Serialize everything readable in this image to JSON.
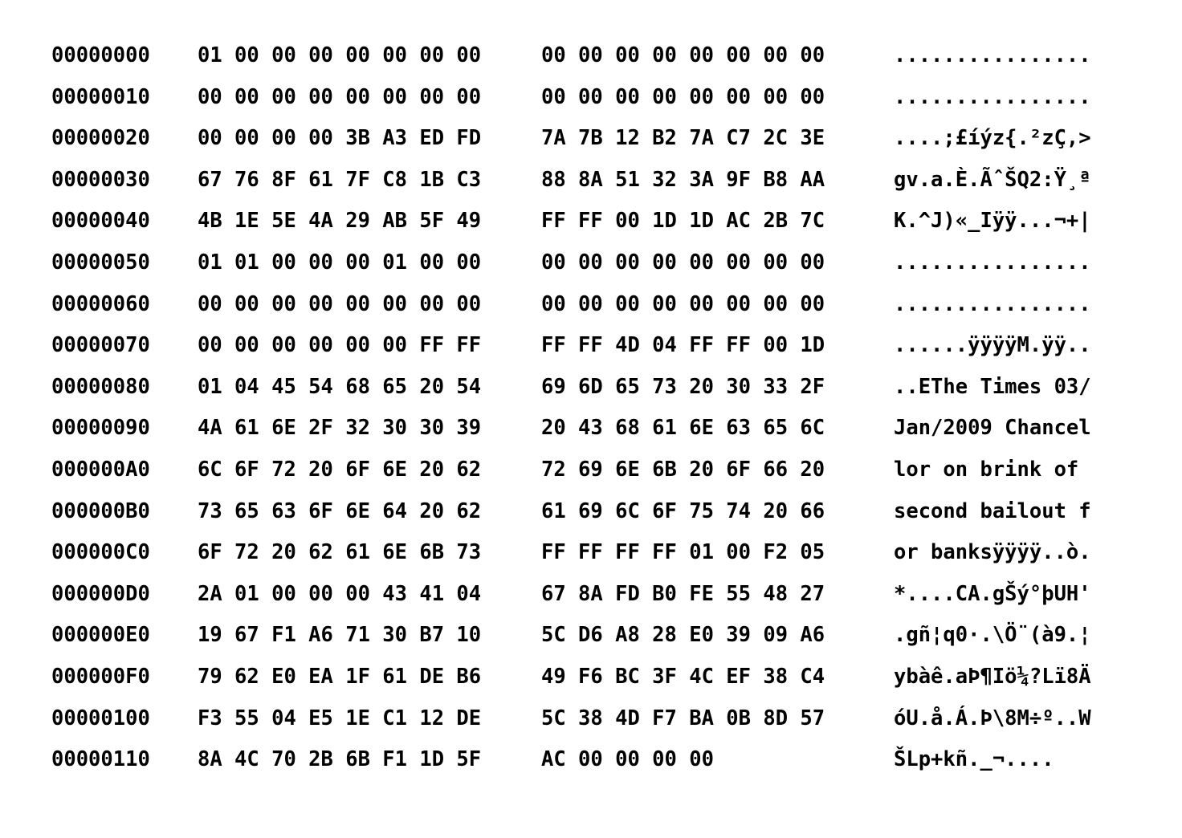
{
  "view": {
    "type": "hex-dump",
    "background_color": "#ffffff",
    "text_color": "#000000",
    "bytes_per_row": 16,
    "group_size": 8,
    "total_rows": 18
  },
  "rows": [
    {
      "offset": "00000000",
      "hex_a": "01 00 00 00 00 00 00 00",
      "hex_b": "00 00 00 00 00 00 00 00",
      "ascii": "................"
    },
    {
      "offset": "00000010",
      "hex_a": "00 00 00 00 00 00 00 00",
      "hex_b": "00 00 00 00 00 00 00 00",
      "ascii": "................"
    },
    {
      "offset": "00000020",
      "hex_a": "00 00 00 00 3B A3 ED FD",
      "hex_b": "7A 7B 12 B2 7A C7 2C 3E",
      "ascii": "....;£íýz{.²zÇ,>"
    },
    {
      "offset": "00000030",
      "hex_a": "67 76 8F 61 7F C8 1B C3",
      "hex_b": "88 8A 51 32 3A 9F B8 AA",
      "ascii": "gv.a.È.ÃˆŠQ2:Ÿ¸ª"
    },
    {
      "offset": "00000040",
      "hex_a": "4B 1E 5E 4A 29 AB 5F 49",
      "hex_b": "FF FF 00 1D 1D AC 2B 7C",
      "ascii": "K.^J)«_Iÿÿ...¬+|"
    },
    {
      "offset": "00000050",
      "hex_a": "01 01 00 00 00 01 00 00",
      "hex_b": "00 00 00 00 00 00 00 00",
      "ascii": "................"
    },
    {
      "offset": "00000060",
      "hex_a": "00 00 00 00 00 00 00 00",
      "hex_b": "00 00 00 00 00 00 00 00",
      "ascii": "................"
    },
    {
      "offset": "00000070",
      "hex_a": "00 00 00 00 00 00 FF FF",
      "hex_b": "FF FF 4D 04 FF FF 00 1D",
      "ascii": "......ÿÿÿÿM.ÿÿ.."
    },
    {
      "offset": "00000080",
      "hex_a": "01 04 45 54 68 65 20 54",
      "hex_b": "69 6D 65 73 20 30 33 2F",
      "ascii": "..EThe Times 03/"
    },
    {
      "offset": "00000090",
      "hex_a": "4A 61 6E 2F 32 30 30 39",
      "hex_b": "20 43 68 61 6E 63 65 6C",
      "ascii": "Jan/2009 Chancel"
    },
    {
      "offset": "000000A0",
      "hex_a": "6C 6F 72 20 6F 6E 20 62",
      "hex_b": "72 69 6E 6B 20 6F 66 20",
      "ascii": "lor on brink of "
    },
    {
      "offset": "000000B0",
      "hex_a": "73 65 63 6F 6E 64 20 62",
      "hex_b": "61 69 6C 6F 75 74 20 66",
      "ascii": "second bailout f"
    },
    {
      "offset": "000000C0",
      "hex_a": "6F 72 20 62 61 6E 6B 73",
      "hex_b": "FF FF FF FF 01 00 F2 05",
      "ascii": "or banksÿÿÿÿ..ò."
    },
    {
      "offset": "000000D0",
      "hex_a": "2A 01 00 00 00 43 41 04",
      "hex_b": "67 8A FD B0 FE 55 48 27",
      "ascii": "*....CA.gŠý°þUH'"
    },
    {
      "offset": "000000E0",
      "hex_a": "19 67 F1 A6 71 30 B7 10",
      "hex_b": "5C D6 A8 28 E0 39 09 A6",
      "ascii": ".gñ¦q0·.\\Ö¨(à9.¦"
    },
    {
      "offset": "000000F0",
      "hex_a": "79 62 E0 EA 1F 61 DE B6",
      "hex_b": "49 F6 BC 3F 4C EF 38 C4",
      "ascii": "ybàê.aÞ¶Iö¼?Lï8Ä"
    },
    {
      "offset": "00000100",
      "hex_a": "F3 55 04 E5 1E C1 12 DE",
      "hex_b": "5C 38 4D F7 BA 0B 8D 57",
      "ascii": "óU.å.Á.Þ\\8M÷º..W"
    },
    {
      "offset": "00000110",
      "hex_a": "8A 4C 70 2B 6B F1 1D 5F",
      "hex_b": "AC 00 00 00 00",
      "ascii": "ŠLp+kñ._¬...."
    }
  ]
}
